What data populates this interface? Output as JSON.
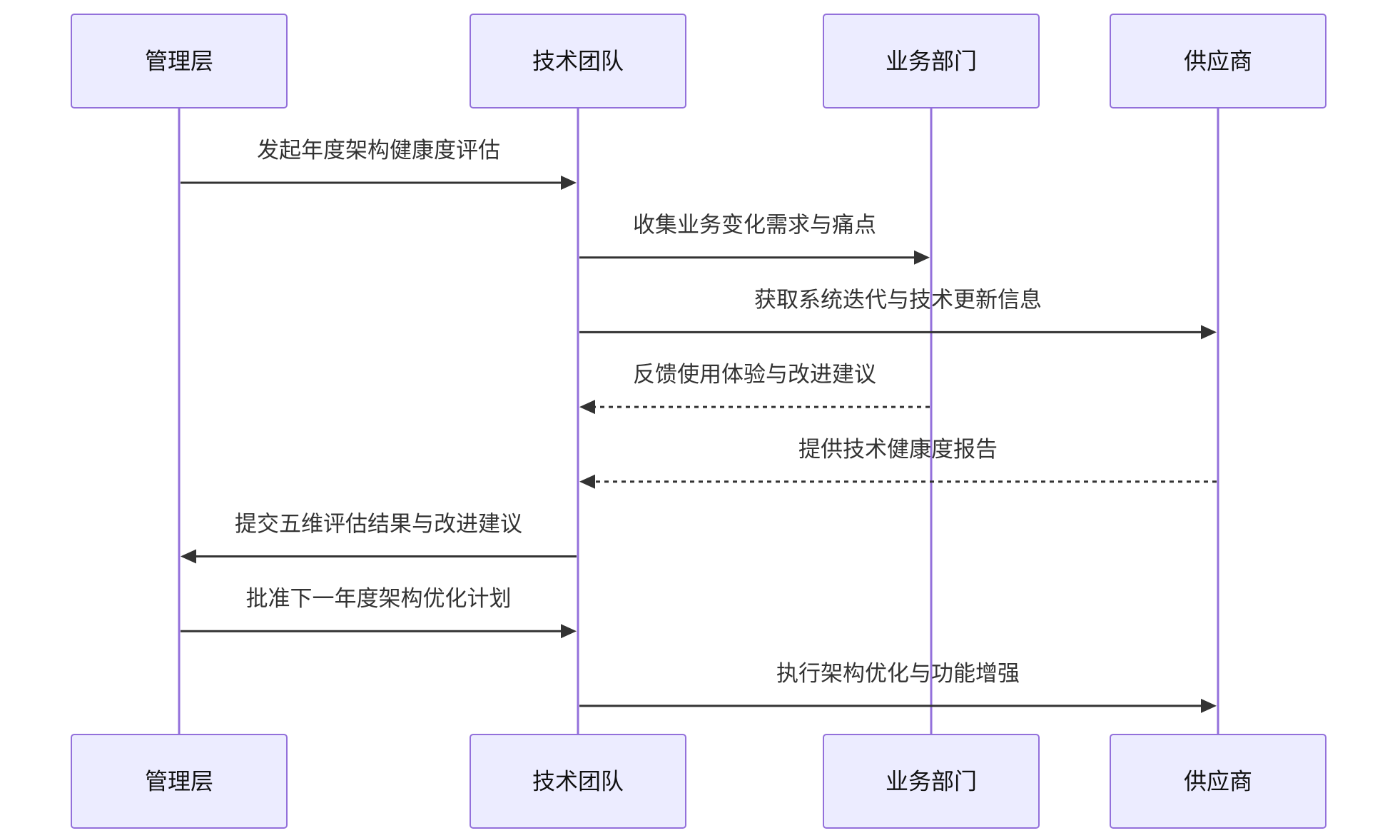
{
  "actors": [
    {
      "id": "mgmt",
      "label": "管理层"
    },
    {
      "id": "tech",
      "label": "技术团队"
    },
    {
      "id": "biz",
      "label": "业务部门"
    },
    {
      "id": "vendor",
      "label": "供应商"
    }
  ],
  "messages": [
    {
      "from": "mgmt",
      "to": "tech",
      "style": "solid",
      "label": "发起年度架构健康度评估"
    },
    {
      "from": "tech",
      "to": "biz",
      "style": "solid",
      "label": "收集业务变化需求与痛点"
    },
    {
      "from": "tech",
      "to": "vendor",
      "style": "solid",
      "label": "获取系统迭代与技术更新信息"
    },
    {
      "from": "biz",
      "to": "tech",
      "style": "dashed",
      "label": "反馈使用体验与改进建议"
    },
    {
      "from": "vendor",
      "to": "tech",
      "style": "dashed",
      "label": "提供技术健康度报告"
    },
    {
      "from": "tech",
      "to": "mgmt",
      "style": "solid",
      "label": "提交五维评估结果与改进建议"
    },
    {
      "from": "mgmt",
      "to": "tech",
      "style": "solid",
      "label": "批准下一年度架构优化计划"
    },
    {
      "from": "tech",
      "to": "vendor",
      "style": "solid",
      "label": "执行架构优化与功能增强"
    }
  ],
  "colors": {
    "actor_fill": "#ECECFF",
    "actor_border": "#9370DB",
    "lifeline": "#9370DB",
    "message": "#333333"
  }
}
